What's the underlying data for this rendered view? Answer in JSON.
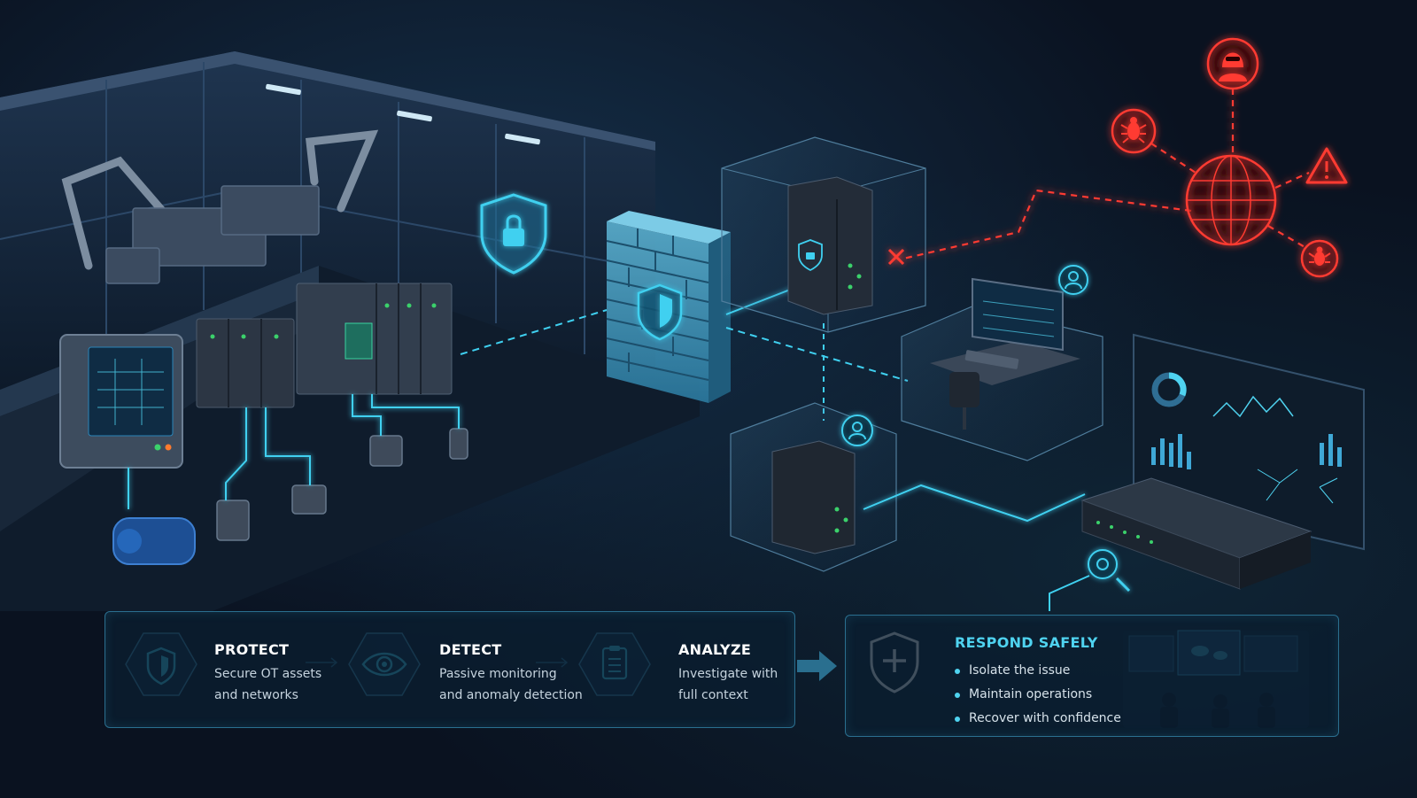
{
  "steps": [
    {
      "title": "PROTECT",
      "line1": "Secure OT assets",
      "line2": "and networks",
      "icon": "shield-icon"
    },
    {
      "title": "DETECT",
      "line1": "Passive monitoring",
      "line2": "and anomaly detection",
      "icon": "eye-icon"
    },
    {
      "title": "ANALYZE",
      "line1": "Investigate with",
      "line2": "full context",
      "icon": "clipboard-icon"
    }
  ],
  "respond": {
    "title": "RESPOND SAFELY",
    "items": [
      "Isolate the issue",
      "Maintain operations",
      "Recover with confidence"
    ],
    "icon": "shield-plus-icon"
  },
  "colors": {
    "accent": "#3fd0f0",
    "threat": "#ff3b30",
    "background": "#0a1220",
    "panel_border": "#2a6f8f"
  },
  "threat_icons": [
    "hacker-icon",
    "bug-icon",
    "warning-icon",
    "bug-icon",
    "globe-icon"
  ]
}
